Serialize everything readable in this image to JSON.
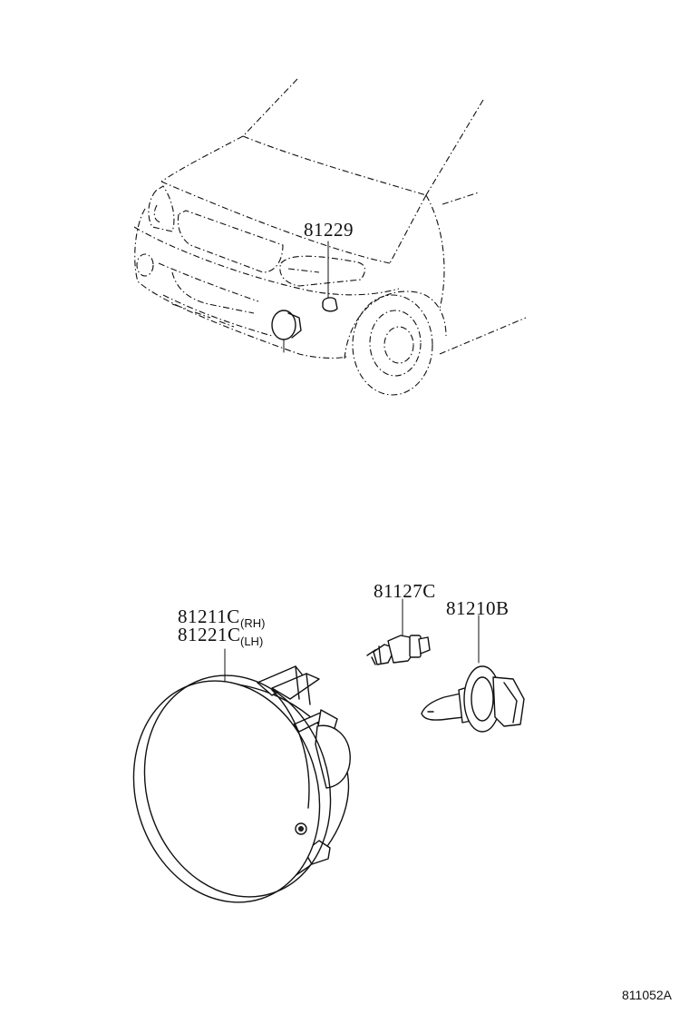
{
  "labels": {
    "indicator_lamp": "81229",
    "bulb_socket": "81127C",
    "bulb": "81210B",
    "fog_lamp_rh": "81211C",
    "fog_lamp_lh": "81221C",
    "rh_tag": "(RH)",
    "lh_tag": "(LH)"
  },
  "figure_id": "811052A"
}
